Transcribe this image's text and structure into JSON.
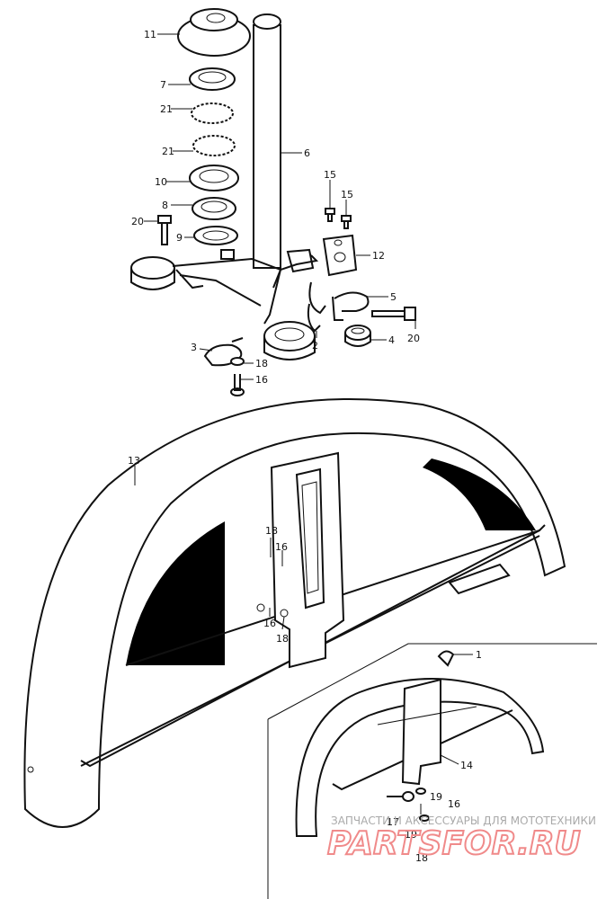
{
  "callouts": {
    "p11": "11",
    "p7": "7",
    "p21a": "21",
    "p21b": "21",
    "p10": "10",
    "p8": "8",
    "p20a": "20",
    "p9": "9",
    "p6": "6",
    "p15a": "15",
    "p15b": "15",
    "p12": "12",
    "p5": "5",
    "p20b": "20",
    "p4": "4",
    "p2": "2",
    "p3": "3",
    "p18a": "18",
    "p16a": "16",
    "p13": "13",
    "p18b": "18",
    "p16b": "16",
    "p16c": "16",
    "p18c": "18",
    "p1": "1",
    "p14": "14",
    "p17": "17",
    "p19a": "19",
    "p19b": "19",
    "p16d": "16",
    "p18d": "18"
  },
  "watermark": {
    "caption": "ЗАПЧАСТИ И АКСЕССУАРЫ ДЛЯ МОТОТЕХНИКИ",
    "logo": "PARTSFOR.RU"
  }
}
